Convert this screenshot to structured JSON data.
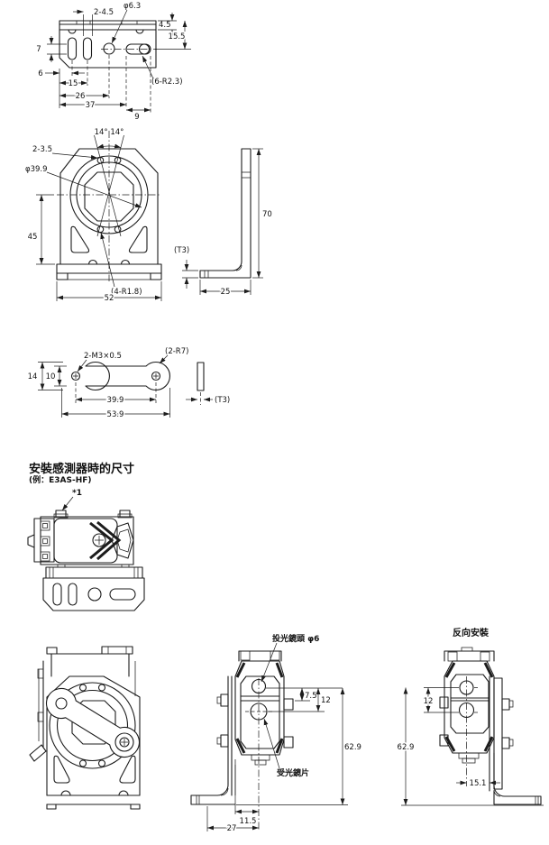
{
  "page": {
    "background": "#ffffff",
    "line_color": "#1c1c1c"
  },
  "plate": {
    "dims": {
      "slots": "2-4.5",
      "hole": "φ6.3",
      "d45": "4.5",
      "d155": "15.5",
      "d7": "7",
      "d6": "6",
      "d15": "15",
      "d26": "26",
      "d37": "37",
      "d9": "9",
      "radius": "(6-R2.3)"
    }
  },
  "front": {
    "dims": {
      "angle": "14° 14°",
      "holes": "2-3.5",
      "dia": "φ39.9",
      "d45": "45",
      "d52": "52",
      "radius": "(4-R1.8)"
    }
  },
  "side": {
    "dims": {
      "d70": "70",
      "t3": "(T3)",
      "d25": "25"
    }
  },
  "strap": {
    "dims": {
      "thread": "2-M3×0.5",
      "radius": "(2-R7)",
      "d14": "14",
      "d10": "10",
      "d399": "39.9",
      "d539": "53.9",
      "t3": "(T3)"
    }
  },
  "section": {
    "title": "安裝感測器時的尺寸",
    "subtitle": "(例：E3AS-HF)",
    "footnote": "*1"
  },
  "mounted": {
    "emitter_label": "投光鏡頭 φ6",
    "receiver_label": "受光鏡片",
    "dims": {
      "d75": "7.5",
      "d12": "12",
      "d629": "62.9",
      "d115": "11.5",
      "d27": "27"
    }
  },
  "reverse": {
    "title": "反向安裝",
    "dims": {
      "d12": "12",
      "d629": "62.9",
      "d151": "15.1"
    }
  }
}
